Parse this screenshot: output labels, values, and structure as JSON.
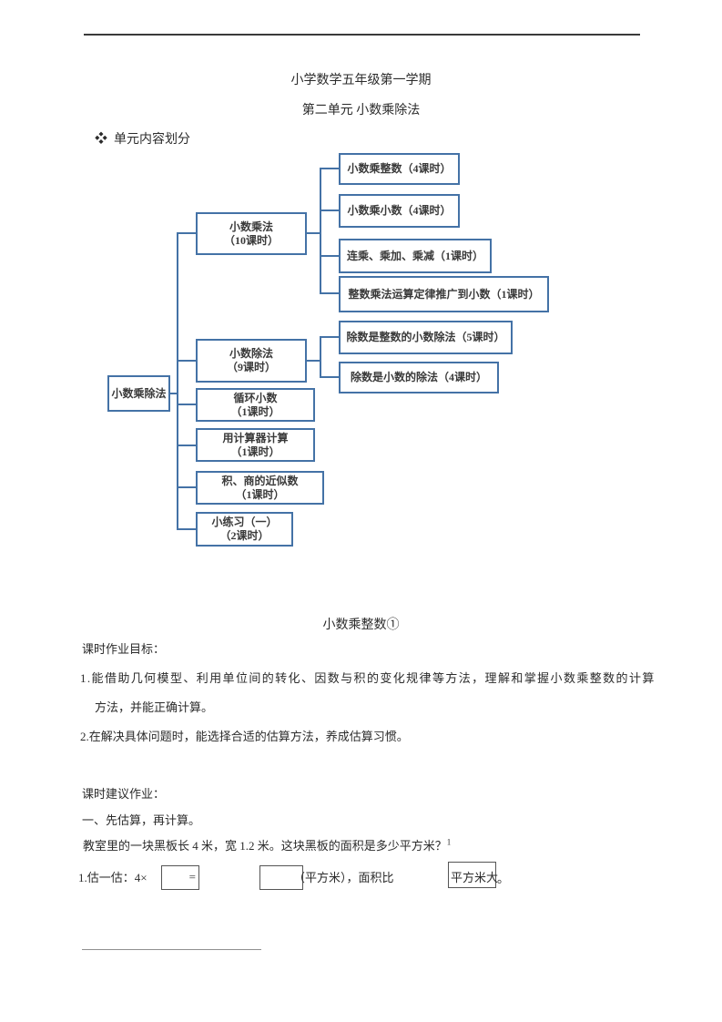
{
  "header": {
    "title": "小学数学五年级第一学期",
    "subtitle": "第二单元  小数乘除法",
    "bullet_icon": "❖",
    "bullet_label": "单元内容划分"
  },
  "diagram": {
    "border_color": "#4472a6",
    "root": {
      "label": "小数乘除法"
    },
    "level2": [
      {
        "line1": "小数乘法",
        "line2": "（10课时）"
      },
      {
        "line1": "小数除法",
        "line2": "（9课时）"
      },
      {
        "line1": "循环小数",
        "line2": "（1课时）"
      },
      {
        "line1": "用计算器计算",
        "line2": "（1课时）"
      },
      {
        "line1": "积、商的近似数",
        "line2": "（1课时）"
      },
      {
        "line1": "小练习（一）",
        "line2": "（2课时）"
      }
    ],
    "mult_children": [
      "小数乘整数（4课时）",
      "小数乘小数（4课时）",
      "连乘、乘加、乘减（1课时）",
      "整数乘法运算定律推广到小数（1课时）"
    ],
    "div_children": [
      "除数是整数的小数除法（5课时）",
      "除数是小数的除法（4课时）"
    ]
  },
  "section": {
    "title": "小数乘整数①",
    "goal_heading": "课时作业目标：",
    "goal1_line1": "1.能借助几何模型、利用单位间的转化、因数与积的变化规律等方法，理解和掌握小数乘整数的计算",
    "goal1_line2": "方法，并能正确计算。",
    "goal2": "2.在解决具体问题时，能选择合适的估算方法，养成估算习惯。",
    "homework_heading": "课时建议作业：",
    "part1_heading": "一、先估算，再计算。",
    "problem_text": "教室里的一块黑板长 4 米，宽 1.2 米。这块黑板的面积是多少平方米？",
    "problem_footnote_ref": "1"
  },
  "exercise": {
    "prefix": "1.估一估：4×",
    "box1_value": "=",
    "box2_value": "",
    "after_box2": "（平方米），面积比",
    "box3_value": "平方米大",
    "suffix": "。"
  }
}
